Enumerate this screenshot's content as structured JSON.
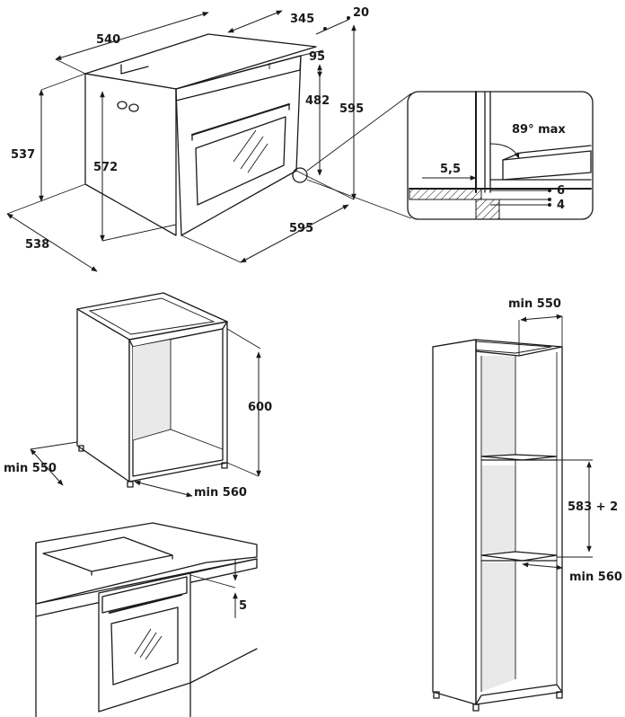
{
  "oven_dimensions": {
    "top_width": "540",
    "top_depth": "345",
    "front_offset": "20",
    "panel_height": "95",
    "front_inner_height": "482",
    "front_height": "595",
    "side_height": "537",
    "body_height": "572",
    "body_depth": "538",
    "front_width": "595"
  },
  "detail_callout": {
    "angle": "89° max",
    "gap": "5,5",
    "thickness_a": "6",
    "thickness_b": "4"
  },
  "under_counter": {
    "height": "600",
    "depth": "min 550",
    "width": "min 560"
  },
  "worktop": {
    "clearance": "5"
  },
  "column": {
    "depth": "min 550",
    "opening": "583 + 2",
    "width": "min 560"
  },
  "colors": {
    "line": "#1a1a1a",
    "shade": "#e9e9e9"
  }
}
